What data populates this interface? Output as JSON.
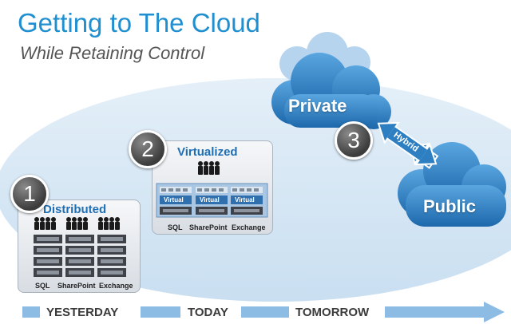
{
  "header": {
    "title": "Getting to The Cloud",
    "subtitle": "While Retaining Control"
  },
  "steps": {
    "distributed": {
      "number": "1",
      "title": "Distributed",
      "services": [
        "SQL",
        "SharePoint",
        "Exchange"
      ]
    },
    "virtualized": {
      "number": "2",
      "title": "Virtualized",
      "virtual_label": "Virtual",
      "services": [
        "SQL",
        "SharePoint",
        "Exchange"
      ]
    },
    "cloud": {
      "number": "3",
      "private_label": "Private",
      "public_label": "Public",
      "link_label": "Hybrid"
    }
  },
  "timeline": {
    "labels": [
      "YESTERDAY",
      "TODAY",
      "TOMORROW"
    ]
  },
  "colors": {
    "title_blue": "#1f8fd0",
    "ellipse": "#cfe3f3",
    "cloud_blue": "#2d7fc2",
    "arrow": "#8cbbe4"
  }
}
